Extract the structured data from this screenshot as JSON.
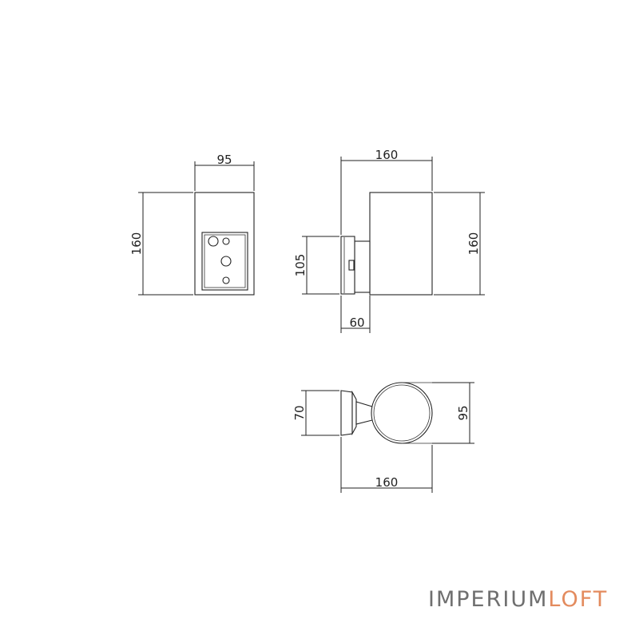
{
  "dimensions": {
    "front_width": "95",
    "front_height": "160",
    "side_width": "160",
    "side_bracket_height": "105",
    "side_bracket_depth": "60",
    "side_height": "160",
    "top_bracket_width": "70",
    "top_diameter": "95",
    "top_length": "160"
  },
  "logo": {
    "brand_primary": "IMPERIUM",
    "brand_secondary": "LOFT",
    "primary_color": "#6f6f6f",
    "secondary_color": "#e38b5e"
  }
}
